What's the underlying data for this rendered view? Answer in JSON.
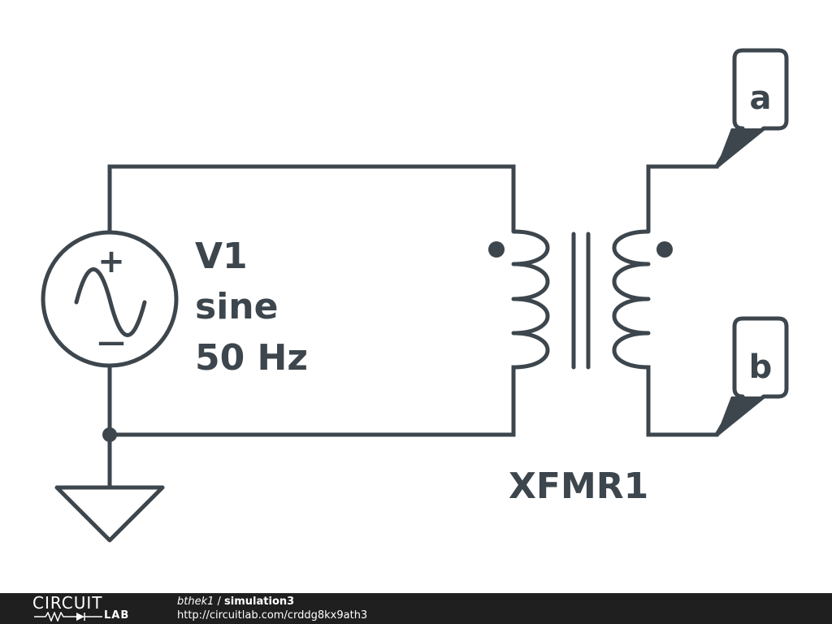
{
  "schematic": {
    "source": {
      "name": "V1",
      "type": "sine",
      "frequency": "50 Hz",
      "plus_sign": "+",
      "minus_sign": "—"
    },
    "transformer": {
      "name": "XFMR1"
    },
    "nodes": [
      {
        "label": "a"
      },
      {
        "label": "b"
      }
    ],
    "colors": {
      "stroke": "#3d464d",
      "background": "#ffffff",
      "footer": "#1f1f1f"
    }
  },
  "footer": {
    "brand_top": "CIRCUIT",
    "brand_bottom": "LAB",
    "user": "bthek1",
    "separator": " / ",
    "simulation": "simulation3",
    "url": "http://circuitlab.com/crddg8kx9ath3"
  }
}
